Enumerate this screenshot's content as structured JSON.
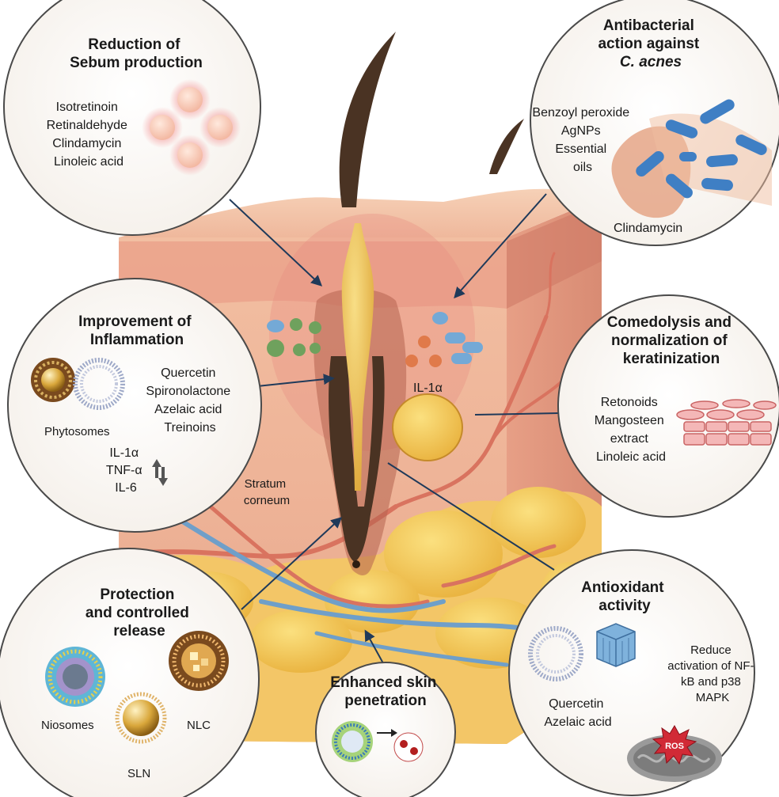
{
  "panels": {
    "sebum": {
      "title": [
        "Reduction of",
        "Sebum production"
      ],
      "items": [
        "Isotretinoin",
        "Retinaldehyde",
        "Clindamycin",
        "Linoleic acid"
      ]
    },
    "antibacterial": {
      "title": [
        "Antibacterial",
        "action against"
      ],
      "organism": "C. acnes",
      "items": [
        "Benzoyl peroxide",
        "AgNPs",
        "Essential",
        "oils"
      ],
      "extra": "Clindamycin"
    },
    "inflammation": {
      "title": [
        "Improvement of",
        "Inflammation"
      ],
      "items": [
        "Quercetin",
        "Spironolactone",
        "Azelaic acid",
        "Treinoins"
      ],
      "carrier": "Phytosomes",
      "markers": [
        "IL-1α",
        "TNF-α",
        "IL-6"
      ]
    },
    "comedolysis": {
      "title": [
        "Comedolysis and",
        "normalization of",
        "keratinization"
      ],
      "items": [
        "Retonoids",
        "Mangosteen",
        "extract",
        "Linoleic acid"
      ]
    },
    "protection": {
      "title": [
        "Protection",
        "and controlled",
        "release"
      ],
      "carriers": [
        "Niosomes",
        "NLC",
        "SLN"
      ]
    },
    "penetration": {
      "title": [
        "Enhanced skin",
        "penetration"
      ]
    },
    "antioxidant": {
      "title": [
        "Antioxidant",
        "activity"
      ],
      "items": [
        "Quercetin",
        "Azelaic acid"
      ],
      "mechanism": [
        "Reduce",
        "activation of NF-",
        "kB and p38",
        "MAPK"
      ],
      "ros": "ROS"
    }
  },
  "skin_labels": {
    "il1a": "IL-1α",
    "stratum": [
      "Stratum",
      "corneum"
    ]
  },
  "colors": {
    "skin_top": "#f2c7a9",
    "skin_side": "#e9a58c",
    "fat": "#f5cf5e",
    "sebum": "#ecc560",
    "hair": "#4a3323",
    "vessel_red": "#d9735f",
    "vessel_blue": "#6f9fc9",
    "arrow": "#1f3a5a",
    "bacteria": "#3f7fc4"
  }
}
